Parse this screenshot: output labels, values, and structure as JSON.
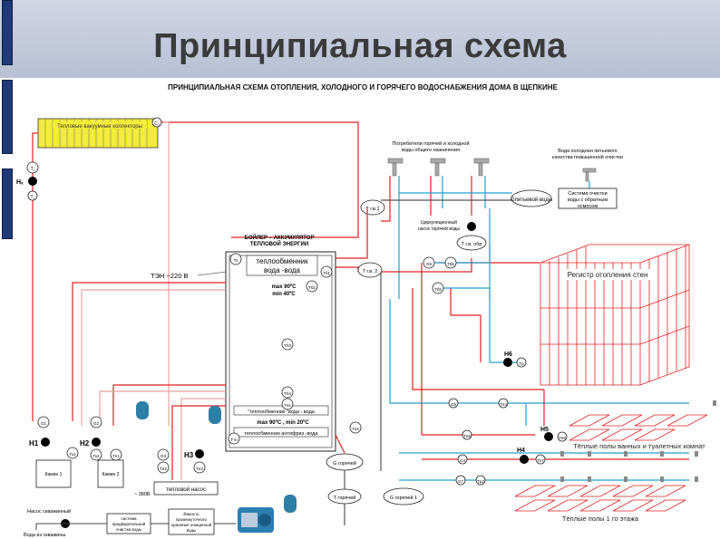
{
  "slide": {
    "title": "Принципиальная схема"
  },
  "diagram": {
    "heading": "ПРИНЦИПИАЛЬНАЯ СХЕМА ОТОПЛЕНИЯ, ХОЛОДНОГО И ГОРЯЧЕГО ВОДОСНАБЖЕНИЯ ДОМА В ЩЕПКИНЕ",
    "collector_label": "Тепловые вакуумные коллекторы",
    "consumers_label_1": "Потребители горячей и холодной",
    "consumers_label_2": "воды общего назначения",
    "cold_water_label_1": "Вода холодная питьевого",
    "cold_water_label_2": "качества повышенной очистки",
    "purify_label_1": "Система очистки",
    "purify_label_2": "воды с обратным",
    "purify_label_3": "осмосом",
    "g_drink": "Gпитьевой воды",
    "t_gv1": "T г.в.1",
    "circ_pump_label_1": "Циркуляционный",
    "circ_pump_label_2": "насос горячей воды",
    "t_gv_obr": "T г.в. обр",
    "t_gv2": "T г.в. 2",
    "boiler_label_1": "БОЙЛЕР – АККУМУЛЯТОР",
    "boiler_label_2": "ТЕПЛОВОЙ ЭНЕРГИИ",
    "hx_label_1": "теплообменник",
    "hx_label_2": "вода -вода",
    "ten_label": "ТЭН ~220 В",
    "max90": "max 90ºC",
    "min40": "min 40ºC",
    "hx_floor_label": "\"теплообменник \"вода - вода",
    "max90_min20": "max 90ºC , min 20ºC",
    "hx_antifreeze_label": "теплообменник антифриз -вода",
    "register_label": "Регистр отопления стен",
    "floor_bath_label": "Тёплые полы ванных и туалетных комнат",
    "floor_first_label": "Тёплые полы 1 го этажа",
    "kamin1": "Камин 1",
    "kamin2": "Камин 2",
    "heat_pump": "тепловой насос",
    "v380": "~ 380В",
    "tank_label_1": "Ёмкость",
    "tank_label_2": "промежуточного",
    "tank_label_3": "хранения очищенной",
    "tank_label_4": "воды",
    "coarse_label_1": "система",
    "coarse_label_2": "предварительной",
    "coarse_label_3": "очистки воды",
    "well_pump_label": "Насос скважинный",
    "well_water_label": "Вода из скважины",
    "g_hot": "G горячей",
    "g_hot_main": "G горячей 1",
    "t_hot": "T горячей",
    "H": "Hₓ",
    "h1": "H1",
    "h2": "H2",
    "h3": "H3",
    "h4": "H4",
    "h5": "H5",
    "h6": "H6",
    "sensors": {
      "t_col_out": "T₁",
      "t_col_in": "T₂",
      "c2": "C₂",
      "t_top": "Tк",
      "t_b1": "Tб1",
      "t_b2": "Tб2",
      "t_b3": "Tб3",
      "t_b4": "Tб4",
      "t_b5": "Tб5",
      "t_b6": "Tб6",
      "t_k1": "Tк1",
      "t_k2": "Tк2",
      "t_k3": "Tк3",
      "t_k4": "Tк4",
      "t_hp": "Tтн",
      "t_reg": "Tр",
      "t_reg2": "Tр2",
      "t_p1": "Tп1",
      "t_p2": "Tп2",
      "t_p3": "Tп3",
      "t_p4": "Tп4",
      "t_p5": "Tп5",
      "t_p6": "Tп6",
      "t_p7": "Tп7",
      "g1": "G1",
      "g2": "G2",
      "g3": "G3",
      "g4": "G4",
      "g5": "G5",
      "g6": "G6",
      "g7": "G7"
    }
  }
}
